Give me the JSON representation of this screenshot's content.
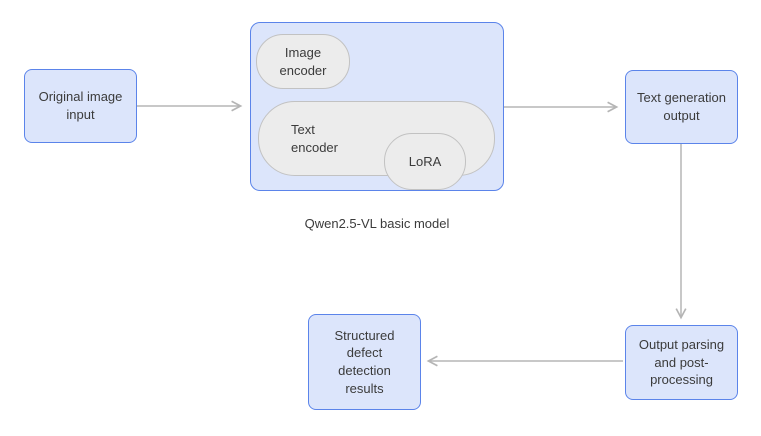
{
  "diagram": {
    "caption": "Qwen2.5-VL basic model",
    "nodes": {
      "original_input": {
        "label": "Original image input"
      },
      "image_encoder": {
        "label": "Image encoder"
      },
      "text_encoder": {
        "label": "Text encoder"
      },
      "lora": {
        "label": "LoRA"
      },
      "text_gen_output": {
        "label": "Text generation output"
      },
      "output_parsing": {
        "label": "Output parsing and post-processing"
      },
      "structured_results": {
        "label": "Structured defect detection results"
      }
    },
    "edges": [
      {
        "from": "original_input",
        "to": "qwen_model_container"
      },
      {
        "from": "qwen_model_container",
        "to": "text_gen_output"
      },
      {
        "from": "text_gen_output",
        "to": "output_parsing"
      },
      {
        "from": "output_parsing",
        "to": "structured_results"
      }
    ],
    "colors": {
      "node_fill": "#dce5fb",
      "node_border": "#5b84ea",
      "inner_fill": "#ececec",
      "inner_border": "#c2c2c2",
      "arrow": "#b5b5b5",
      "text": "#3b3b3b",
      "background": "#ffffff"
    }
  }
}
